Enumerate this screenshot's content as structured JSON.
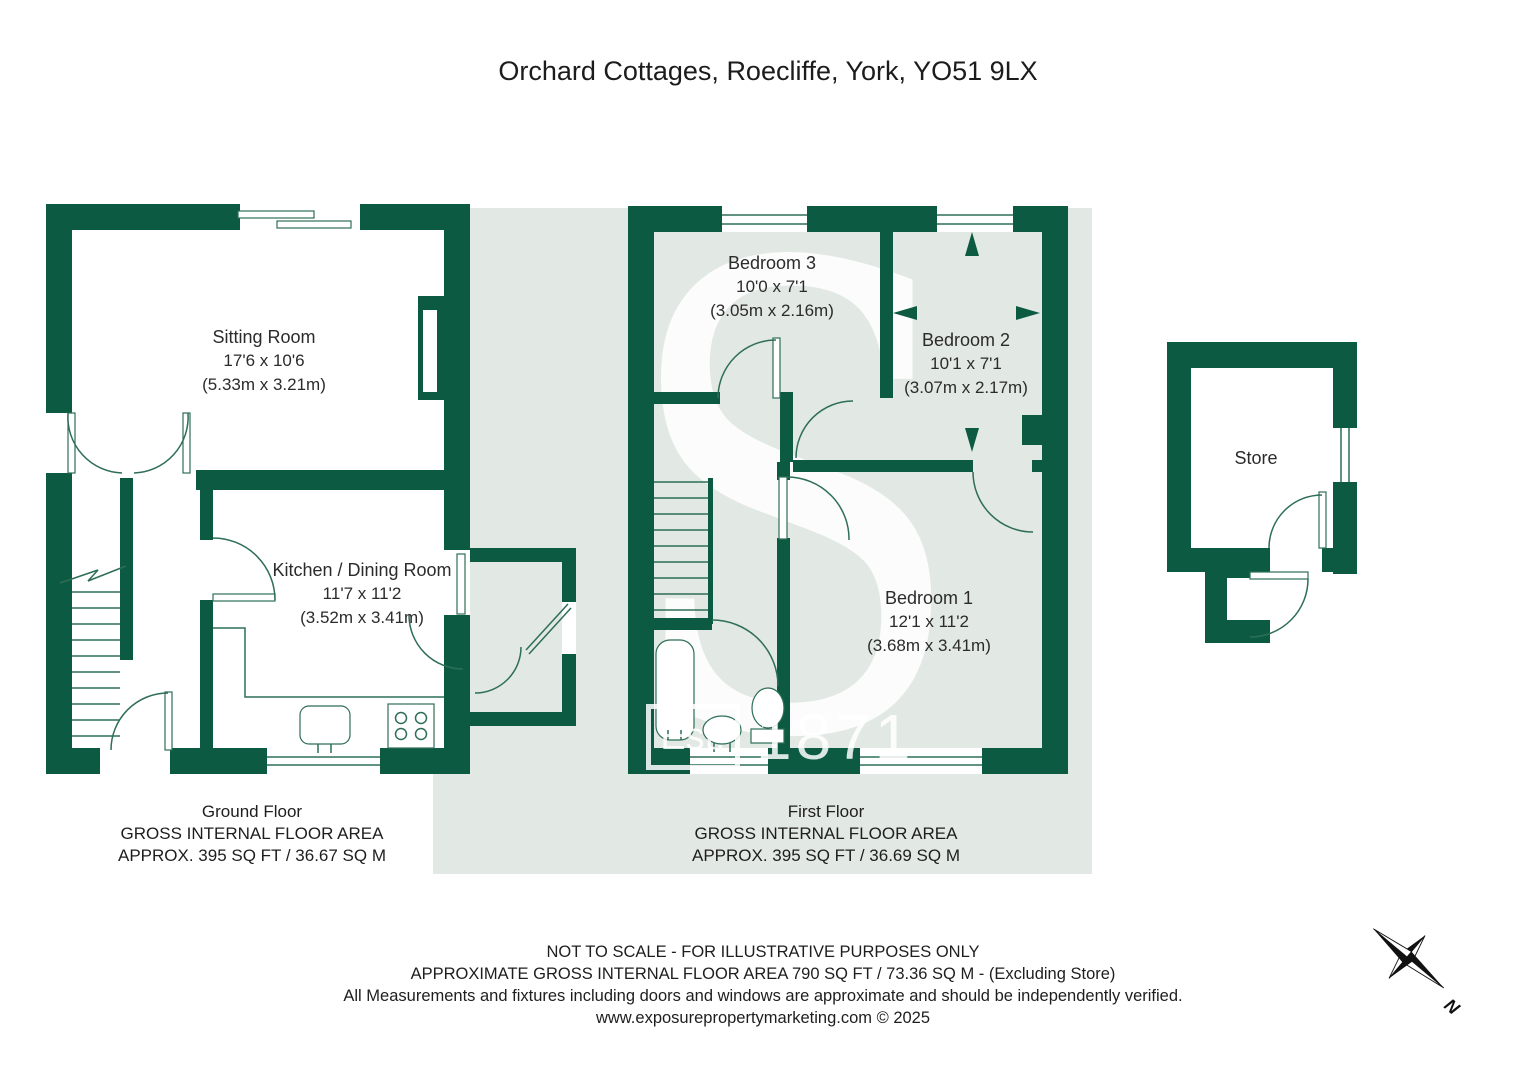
{
  "title": "Orchard Cottages, Roecliffe, York, YO51 9LX",
  "colors": {
    "wall": "#0d5a42",
    "line": "#2e6e57",
    "panel": "#e2e8e4",
    "text": "#222222"
  },
  "watermark": {
    "letter": "S",
    "est": "Est.",
    "year": "1871"
  },
  "floors": {
    "ground": {
      "name": "Ground Floor",
      "area_line1": "GROSS INTERNAL FLOOR AREA",
      "area_line2": "APPROX. 395 SQ FT / 36.67 SQ M",
      "rooms": [
        {
          "name": "Sitting Room",
          "imperial": "17'6 x 10'6",
          "metric": "(5.33m x 3.21m)"
        },
        {
          "name": "Kitchen / Dining Room",
          "imperial": "11'7 x 11'2",
          "metric": "(3.52m x 3.41m)"
        }
      ]
    },
    "first": {
      "name": "First Floor",
      "area_line1": "GROSS INTERNAL FLOOR AREA",
      "area_line2": "APPROX. 395 SQ FT / 36.69 SQ M",
      "rooms": [
        {
          "name": "Bedroom 3",
          "imperial": "10'0 x 7'1",
          "metric": "(3.05m x 2.16m)"
        },
        {
          "name": "Bedroom 2",
          "imperial": "10'1 x 7'1",
          "metric": "(3.07m x 2.17m)"
        },
        {
          "name": "Bedroom 1",
          "imperial": "12'1 x 11'2",
          "metric": "(3.68m x 3.41m)"
        }
      ]
    },
    "store": {
      "name": "Store"
    }
  },
  "footer": {
    "line1": "NOT TO SCALE - FOR ILLUSTRATIVE PURPOSES ONLY",
    "line2": "APPROXIMATE GROSS INTERNAL FLOOR AREA 790 SQ FT / 73.36 SQ M - (Excluding Store)",
    "line3": "All Measurements and fixtures including doors and windows are approximate and should be independently verified.",
    "line4": "www.exposurepropertymarketing.com © 2025"
  },
  "compass": {
    "label": "N"
  }
}
